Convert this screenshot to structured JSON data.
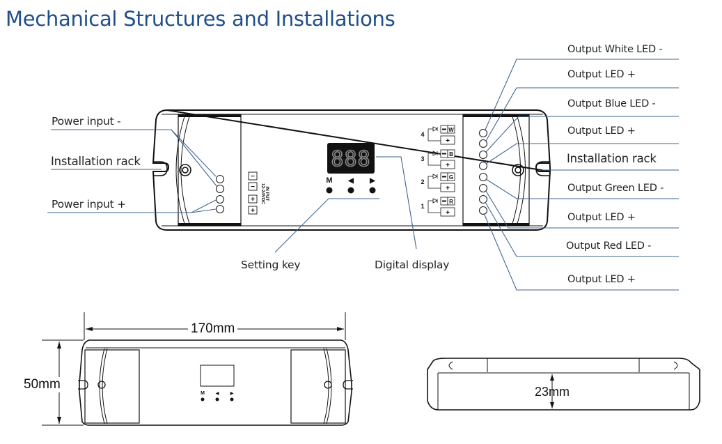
{
  "title": "Mechanical Structures and Installations",
  "left_labels": {
    "power_input_minus": "Power input -",
    "installation_rack": "Installation rack",
    "power_input_plus": "Power input +"
  },
  "right_labels": [
    "Output White LED -",
    "Output LED +",
    "Output Blue LED -",
    "Output LED +",
    "Installation rack",
    "Output Green LED -",
    "Output LED +",
    "Output Red LED -",
    "Output LED +"
  ],
  "bottom_labels": {
    "setting_key": "Setting key",
    "digital_display": "Digital display"
  },
  "device": {
    "display_digits": "888",
    "keys": [
      "M",
      "◀",
      "▶"
    ],
    "input_label_line1": "IN PUT",
    "input_label_line2": "12-24VDC",
    "input_terminals": [
      "−",
      "−",
      "+",
      "+"
    ],
    "output_channels": [
      {
        "number": "4",
        "color_code": "W",
        "sign": "+"
      },
      {
        "number": "3",
        "color_code": "B",
        "sign": "+"
      },
      {
        "number": "2",
        "color_code": "G",
        "sign": "+"
      },
      {
        "number": "1",
        "color_code": "R",
        "sign": "+"
      }
    ]
  },
  "dimensions": {
    "length": "170mm",
    "width": "50mm",
    "height": "23mm"
  },
  "colors": {
    "title": "#1f4e8c",
    "leader": "#3e648f",
    "display_bg": "#111111"
  }
}
